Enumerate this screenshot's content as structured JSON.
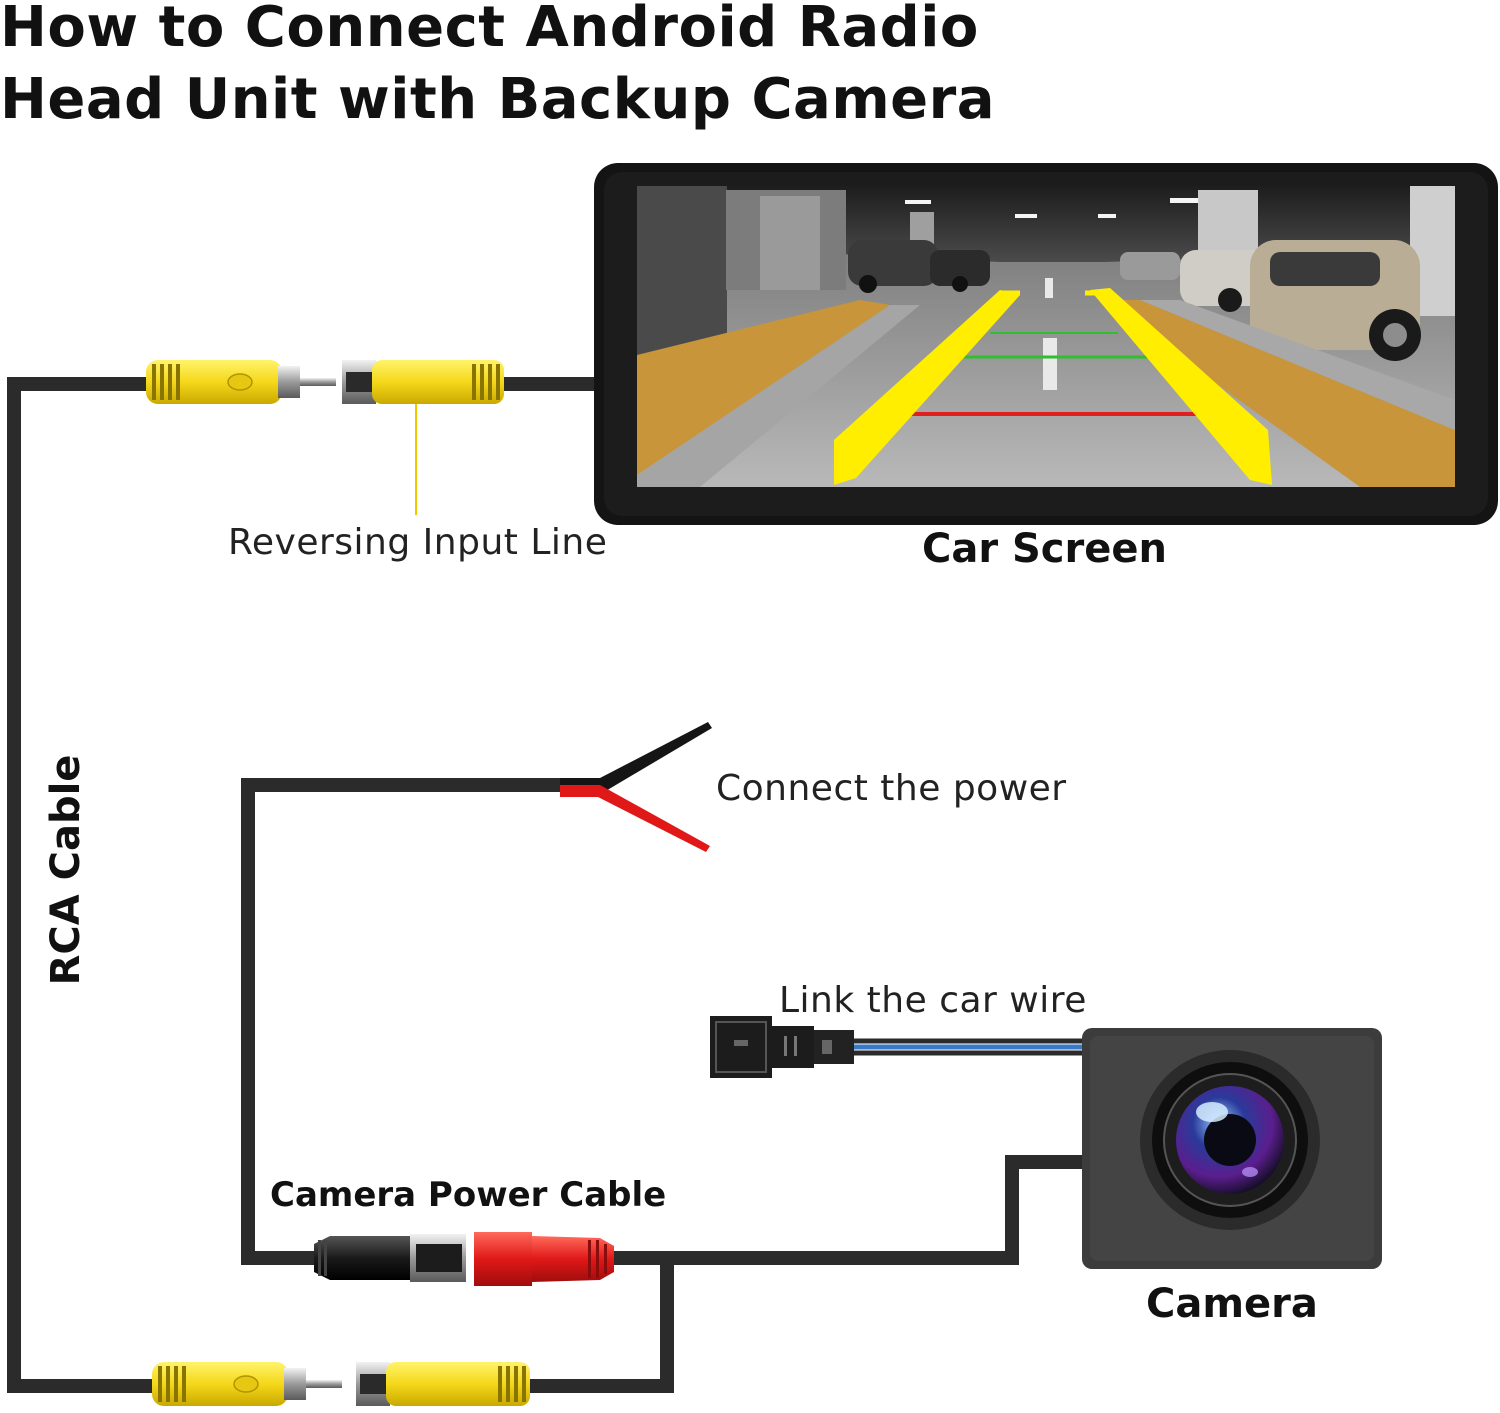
{
  "title": {
    "line1": "How to Connect Android Radio",
    "line2": "Head Unit with Backup Camera"
  },
  "labels": {
    "reversing_input_line": "Reversing Input Line",
    "car_screen": "Car Screen",
    "rca_cable": "RCA Cable",
    "connect_the_power": "Connect the power",
    "link_the_car_wire": "Link the car wire",
    "camera_power_cable": "Camera Power Cable",
    "camera": "Camera"
  },
  "colors": {
    "rca_connector": "#f5d81a",
    "cable": "#2b2b2b",
    "power_positive": "#e01818",
    "power_negative": "#151515",
    "guide_lines": "#ffee00",
    "leader_line": "#f0c800",
    "trigger_wire": "#3a78c8"
  },
  "icons": {
    "screen": "car-display-icon",
    "camera": "backup-camera-icon",
    "connector": "rca-connector-icon",
    "plug": "wire-plug-icon"
  }
}
